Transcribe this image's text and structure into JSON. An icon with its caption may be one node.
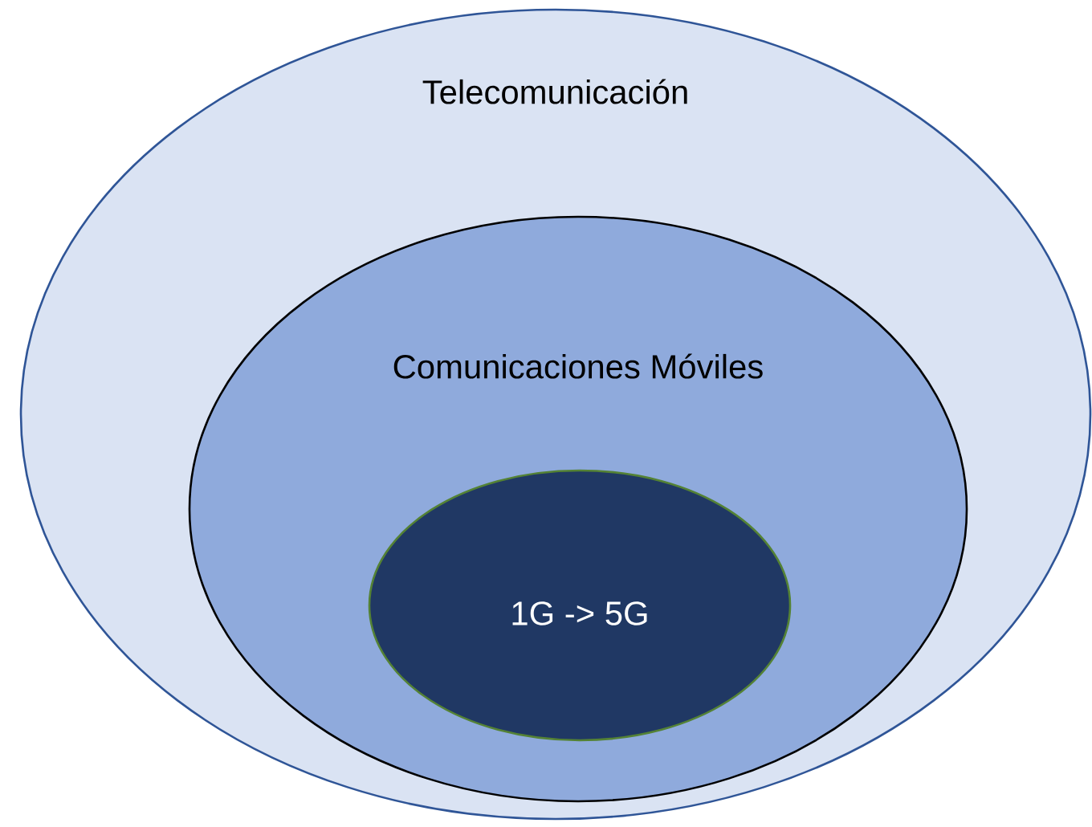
{
  "diagram": {
    "nodes": [
      {
        "text": [
          "Telecomunicación"
        ]
      },
      {
        "text": [
          "Comunicaciones Móviles"
        ],
        "in": 0
      },
      {
        "text": [
          "1G -> 5G"
        ],
        "in": 1
      }
    ]
  }
}
